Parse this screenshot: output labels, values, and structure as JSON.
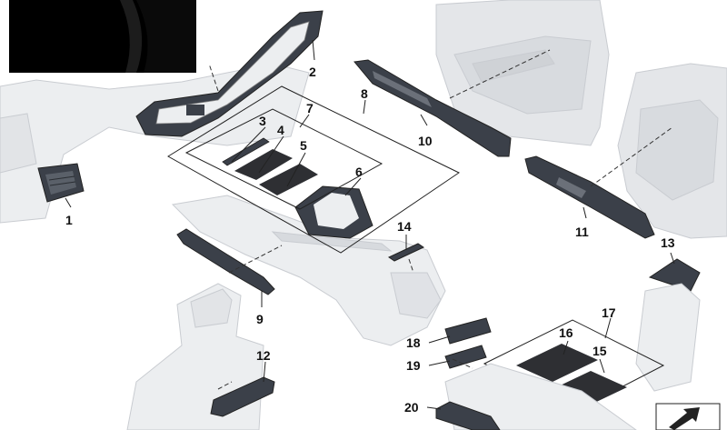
{
  "diagram": {
    "callouts": [
      {
        "id": "1",
        "label": "1"
      },
      {
        "id": "2",
        "label": "2"
      },
      {
        "id": "3",
        "label": "3"
      },
      {
        "id": "4",
        "label": "4"
      },
      {
        "id": "5",
        "label": "5"
      },
      {
        "id": "6",
        "label": "6"
      },
      {
        "id": "7",
        "label": "7"
      },
      {
        "id": "8",
        "label": "8"
      },
      {
        "id": "9",
        "label": "9"
      },
      {
        "id": "10",
        "label": "10"
      },
      {
        "id": "11",
        "label": "11"
      },
      {
        "id": "12",
        "label": "12"
      },
      {
        "id": "13",
        "label": "13"
      },
      {
        "id": "14",
        "label": "14"
      },
      {
        "id": "15",
        "label": "15"
      },
      {
        "id": "16",
        "label": "16"
      },
      {
        "id": "17",
        "label": "17"
      },
      {
        "id": "18",
        "label": "18"
      },
      {
        "id": "19",
        "label": "19"
      },
      {
        "id": "20",
        "label": "20"
      }
    ],
    "colors": {
      "trim_dark": "#3b4049",
      "trim_panel": "#e4e6e9",
      "trim_light": "#eceef0",
      "mat": "#2e2f33",
      "line": "#222222",
      "inset": "#000000"
    },
    "icons": [
      "orientation-arrow-icon"
    ]
  }
}
